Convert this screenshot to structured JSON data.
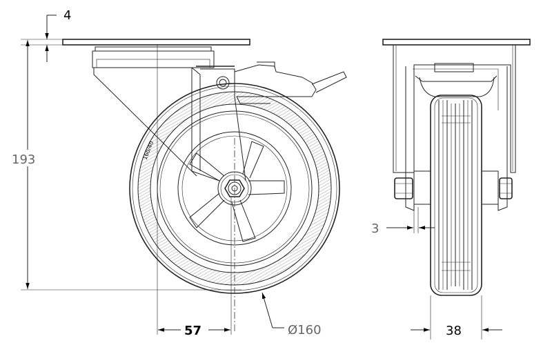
{
  "dimensions": {
    "plate_thickness": "4",
    "overall_height": "193",
    "swivel_offset": "57",
    "wheel_diameter": "Ø160",
    "wheel_offset_side": "3",
    "wheel_width": "38"
  },
  "wheel_marking": "160/40"
}
